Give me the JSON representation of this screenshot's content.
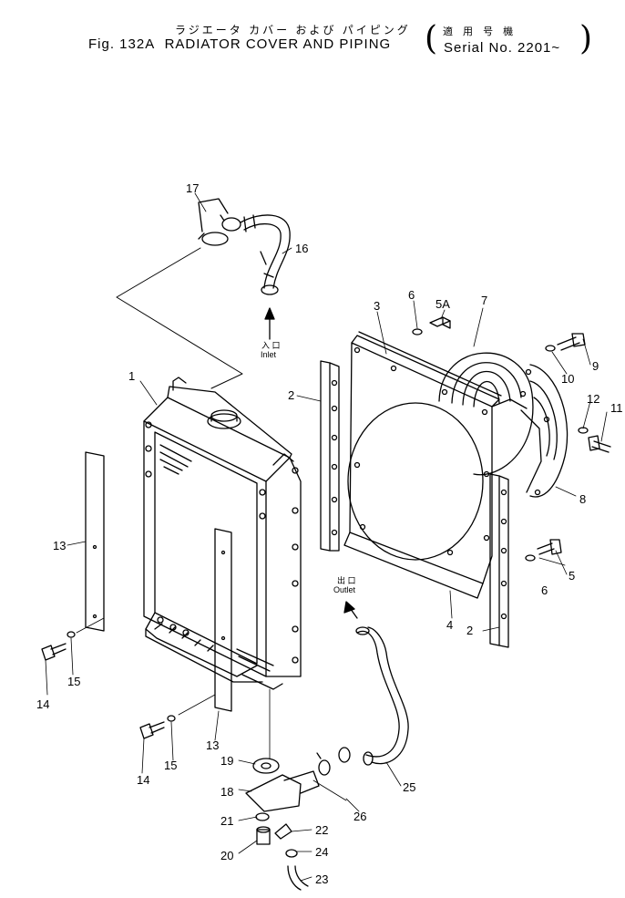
{
  "header": {
    "title_jp": "ラジエータ カバー および パイピング",
    "fig_label": "Fig. 132A",
    "title_en": "RADIATOR COVER AND PIPING",
    "serial_jp": "適 用 号 機",
    "serial_en": "Serial No. 2201~",
    "paren_open": "(",
    "paren_close": ")"
  },
  "annotations": {
    "inlet_jp": "入 口",
    "inlet_en": "Inlet",
    "outlet_jp": "出 口",
    "outlet_en": "Outlet"
  },
  "callouts": [
    "1",
    "2",
    "2",
    "3",
    "4",
    "5",
    "5A",
    "6",
    "6",
    "7",
    "8",
    "9",
    "10",
    "11",
    "12",
    "13",
    "13",
    "14",
    "14",
    "15",
    "15",
    "16",
    "17",
    "18",
    "19",
    "20",
    "21",
    "22",
    "23",
    "24",
    "25",
    "26"
  ]
}
